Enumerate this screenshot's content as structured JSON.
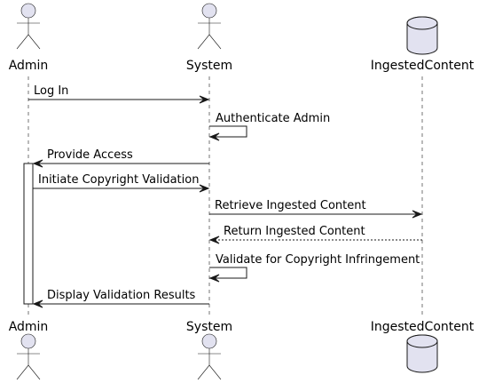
{
  "participants": {
    "admin": {
      "label": "Admin",
      "kind": "actor"
    },
    "system": {
      "label": "System",
      "kind": "actor"
    },
    "content": {
      "label": "IngestedContent",
      "kind": "database"
    }
  },
  "messages": [
    {
      "from": "admin",
      "to": "system",
      "label": "Log In",
      "style": "solid"
    },
    {
      "from": "system",
      "to": "system",
      "label": "Authenticate Admin",
      "style": "solid"
    },
    {
      "from": "system",
      "to": "admin",
      "label": "Provide Access",
      "style": "solid"
    },
    {
      "from": "admin",
      "to": "system",
      "label": "Initiate Copyright Validation",
      "style": "solid"
    },
    {
      "from": "system",
      "to": "content",
      "label": "Retrieve Ingested Content",
      "style": "solid"
    },
    {
      "from": "content",
      "to": "system",
      "label": "Return Ingested Content",
      "style": "dashed"
    },
    {
      "from": "system",
      "to": "system",
      "label": "Validate for Copyright Infringement",
      "style": "solid"
    },
    {
      "from": "system",
      "to": "admin",
      "label": "Display Validation Results",
      "style": "solid"
    }
  ],
  "colors": {
    "participant_fill": "#e2e2f0",
    "line": "#181818"
  }
}
